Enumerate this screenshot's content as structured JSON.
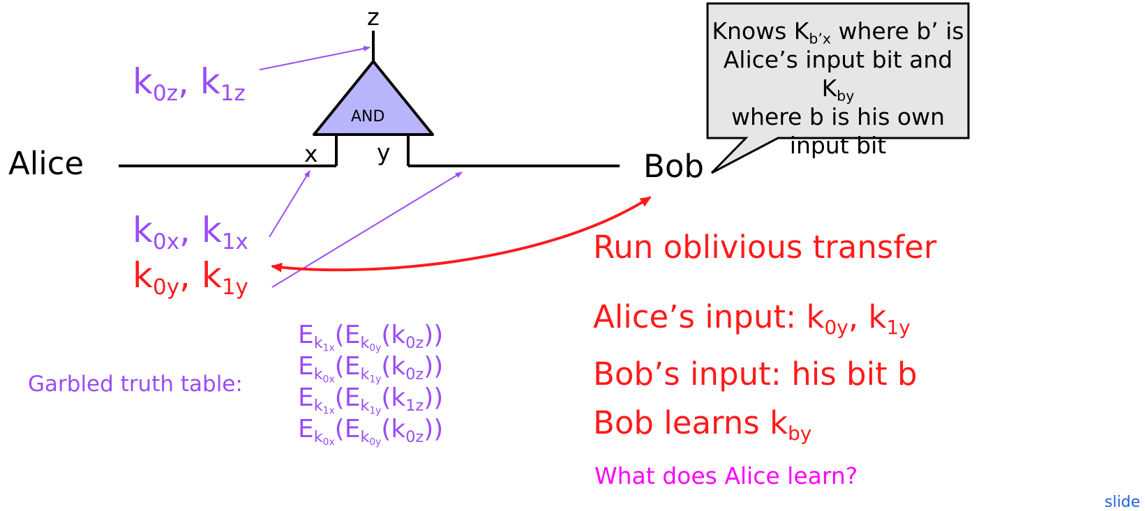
{
  "gate": {
    "label": "AND",
    "output": "z",
    "input_left": "x",
    "input_right": "y"
  },
  "parties": {
    "alice": "Alice",
    "bob": "Bob"
  },
  "keys": {
    "z": {
      "k": "k",
      "s0": "0z",
      "sep": ", ",
      "s1": "1z"
    },
    "x": {
      "k": "k",
      "s0": "0x",
      "sep": ", ",
      "s1": "1x"
    },
    "y": {
      "k": "k",
      "s0": "0y",
      "sep": ", ",
      "s1": "1y"
    }
  },
  "callout": {
    "line1": {
      "a": "Knows K",
      "sub": "b’x",
      "b": " where b’ is"
    },
    "line2": {
      "a": "Alice’s input bit and K",
      "sub": "by"
    },
    "line3": "where b is his own input bit"
  },
  "ot": {
    "title": "Run oblivious transfer",
    "alice_input": {
      "label": "Alice’s input: k",
      "s0": "0y",
      "sep": ", k",
      "s1": "1y"
    },
    "bob_input": "Bob’s input: his bit b",
    "bob_learns": {
      "label": "Bob learns k",
      "sub": "by"
    },
    "question": "What does Alice learn?"
  },
  "garbled": {
    "label": "Garbled truth table:",
    "rows": [
      {
        "k1": "k",
        "s1": "1x",
        "k2": "k",
        "s2": "0y",
        "k3": "k",
        "s3": "0z"
      },
      {
        "k1": "k",
        "s1": "0x",
        "k2": "k",
        "s2": "1y",
        "k3": "k",
        "s3": "0z"
      },
      {
        "k1": "k",
        "s1": "1x",
        "k2": "k",
        "s2": "1y",
        "k3": "k",
        "s3": "1z"
      },
      {
        "k1": "k",
        "s1": "0x",
        "k2": "k",
        "s2": "0y",
        "k3": "k",
        "s3": "0z"
      }
    ],
    "E": "E"
  },
  "footer": "slide",
  "colors": {
    "purple": "#9a4cf7",
    "red": "#ff1a1a",
    "magenta": "#ff00ff",
    "gate_fill": "#b9b5fd",
    "callout_fill": "#e6e6e6"
  }
}
